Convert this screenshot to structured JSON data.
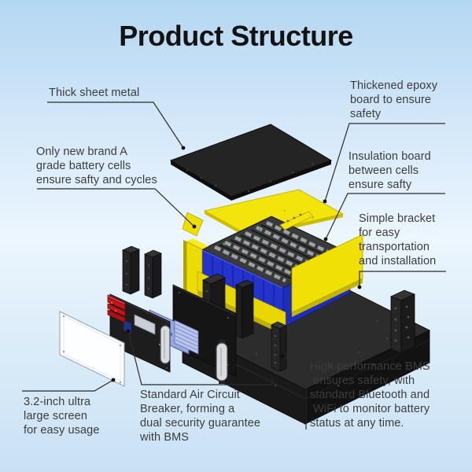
{
  "title": "Product Structure",
  "labels": {
    "thick_sheet_metal": {
      "lines": [
        "Thick sheet metal"
      ]
    },
    "thickened_epoxy": {
      "lines": [
        "Thickened epoxy",
        "board to ensure",
        "safety"
      ]
    },
    "brand_a_cells": {
      "lines": [
        "Only new brand A",
        "grade battery cells",
        "ensure safty and cycles"
      ]
    },
    "insulation_board": {
      "lines": [
        "Insulation board",
        "between cells",
        "ensure safty"
      ]
    },
    "simple_bracket": {
      "lines": [
        "Simple bracket",
        "for easy",
        "transportation",
        "and installation"
      ]
    },
    "large_screen": {
      "lines": [
        "3.2-inch ultra",
        "large screen",
        "for easy usage"
      ]
    },
    "circuit_breaker": {
      "lines": [
        "Standard Air Circuit",
        "Breaker, forming a",
        "dual security guarantee",
        "with BMS"
      ]
    },
    "bms": {
      "lines": [
        "High performance BMS",
        " ensures safety, with",
        "standard Bluetooth and",
        " WiFi to monitor battery",
        "status at any time."
      ]
    }
  },
  "diagram": {
    "parts": [
      "sheet-metal-lid",
      "epoxy-board",
      "battery-cell-block",
      "insulation-panels",
      "busbar-strips",
      "bottom-case",
      "mounting-brackets",
      "screen-panel",
      "circuit-breaker",
      "front-panel",
      "bms-board",
      "handles"
    ]
  },
  "colors": {
    "background_top": "#b3d7f1",
    "background_bottom": "#c9e1f5",
    "accent_yellow": "#f2e205",
    "cell_blue": "#2433cb",
    "case_black": "#1d1d1d",
    "breaker_red": "#c41517",
    "pcb_blue": "#94a7e0",
    "screen_white": "#fcfeff",
    "title_text": "#131313",
    "label_text": "#3c3c3c",
    "leader_line": "#2b2b2b"
  }
}
